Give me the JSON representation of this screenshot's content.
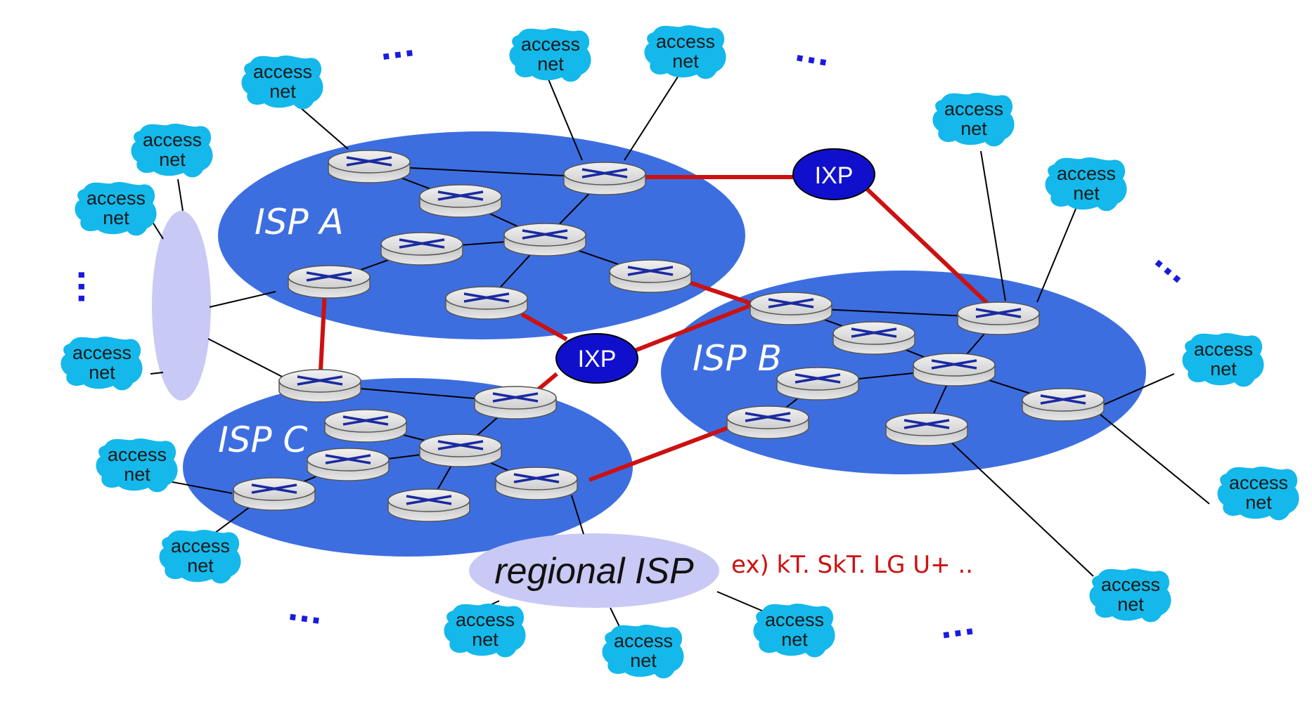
{
  "isps": [
    {
      "id": "A",
      "label": "ISP A"
    },
    {
      "id": "B",
      "label": "ISP B"
    },
    {
      "id": "C",
      "label": "ISP C"
    }
  ],
  "ixp_label": "IXP",
  "regional_isp_label": "regional ISP",
  "annotation": "ex) kT. SkT. LG U+ ..",
  "access_net": {
    "line1": "access",
    "line2": "net"
  },
  "ellipsis": "...",
  "colors": {
    "isp_fill": "#3d6ee0",
    "ixp_fill": "#1010cc",
    "peering_link": "#cc1111",
    "regional_fill": "#c9c9f5",
    "access_cloud": "#14b8ea",
    "ellipsis": "#1a1adf"
  }
}
